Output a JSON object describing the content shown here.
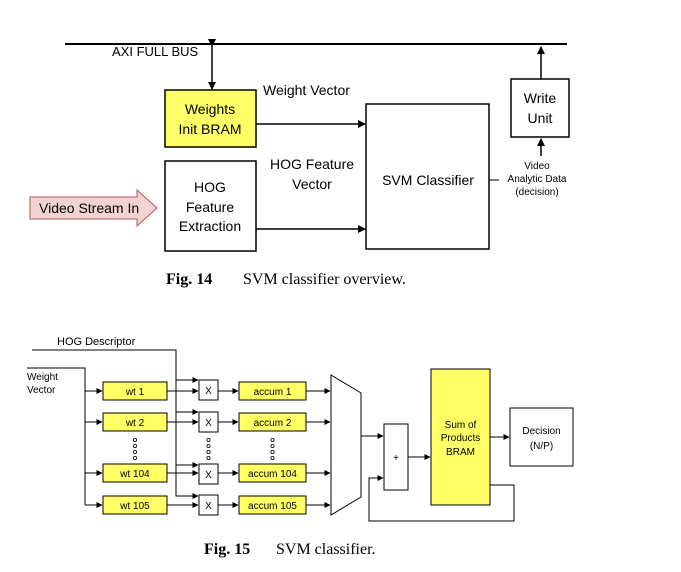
{
  "fig14": {
    "bus_label": "AXI FULL BUS",
    "weights_bram": [
      "Weights",
      "Init BRAM"
    ],
    "weight_vector_label": "Weight Vector",
    "hog_feature_label": [
      "HOG Feature",
      "Vector"
    ],
    "hog_extraction": [
      "HOG",
      "Feature",
      "Extraction"
    ],
    "svm_classifier": "SVM Classifier",
    "write_unit": [
      "Write",
      "Unit"
    ],
    "video_analytic": [
      "Video",
      "Analytic Data",
      "(decision)"
    ],
    "video_stream": "Video Stream In",
    "caption_num": "Fig. 14",
    "caption_text": "SVM classifier overview."
  },
  "fig15": {
    "hog_descriptor": "HOG Descriptor",
    "weight_vector": [
      "Weight",
      "Vector"
    ],
    "weights": [
      "wt 1",
      "wt 2",
      "wt 104",
      "wt 105"
    ],
    "multiplier": "X",
    "accums": [
      "accum 1",
      "accum 2",
      "accum 104",
      "accum 105"
    ],
    "adder": "+",
    "sop_bram": [
      "Sum of",
      "Products",
      "BRAM"
    ],
    "decision": [
      "Decision",
      "(N/P)"
    ],
    "caption_num": "Fig. 15",
    "caption_text": "SVM classifier."
  },
  "colors": {
    "highlight": "#ffff66",
    "arrow_fill": "#f2d3d3",
    "arrow_stroke": "#c07070"
  }
}
